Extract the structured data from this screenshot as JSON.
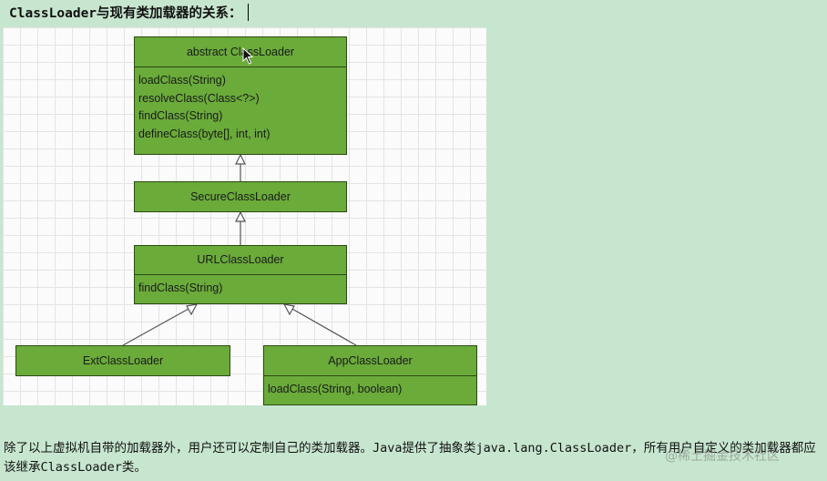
{
  "heading": {
    "code": "ClassLoader",
    "text": "与现有类加载器的关系："
  },
  "diagram": {
    "classes": [
      {
        "id": "abstract_classloader",
        "name": "abstract ClassLoader",
        "methods": [
          "loadClass(String)",
          "resolveClass(Class<?>)",
          "findClass(String)",
          "defineClass(byte[], int, int)"
        ]
      },
      {
        "id": "secure_classloader",
        "name": "SecureClassLoader",
        "methods": []
      },
      {
        "id": "url_classloader",
        "name": "URLClassLoader",
        "methods": [
          "findClass(String)"
        ]
      },
      {
        "id": "ext_classloader",
        "name": "ExtClassLoader",
        "methods": []
      },
      {
        "id": "app_classloader",
        "name": "AppClassLoader",
        "methods": [
          "loadClass(String, boolean)"
        ]
      }
    ],
    "relations": [
      {
        "child": "SecureClassLoader",
        "parent": "abstract ClassLoader",
        "type": "inheritance"
      },
      {
        "child": "URLClassLoader",
        "parent": "SecureClassLoader",
        "type": "inheritance"
      },
      {
        "child": "ExtClassLoader",
        "parent": "URLClassLoader",
        "type": "inheritance"
      },
      {
        "child": "AppClassLoader",
        "parent": "URLClassLoader",
        "type": "inheritance"
      }
    ]
  },
  "paragraph": {
    "part1": "除了以上虚拟机自带的加载器外，用户还可以定制自己的类加载器。",
    "code1": "Java",
    "part2": "提供了抽象类",
    "code2": "java.lang.ClassLoader",
    "part3": "，所有用户自定义的类加载器都应该继承",
    "code3": "ClassLoader",
    "part4": "类。"
  },
  "watermark": "@稀土掘金技术社区",
  "colors": {
    "page_bg": "#c7e6cf",
    "box_fill": "#6aab3a",
    "box_border": "#2c4a12"
  }
}
